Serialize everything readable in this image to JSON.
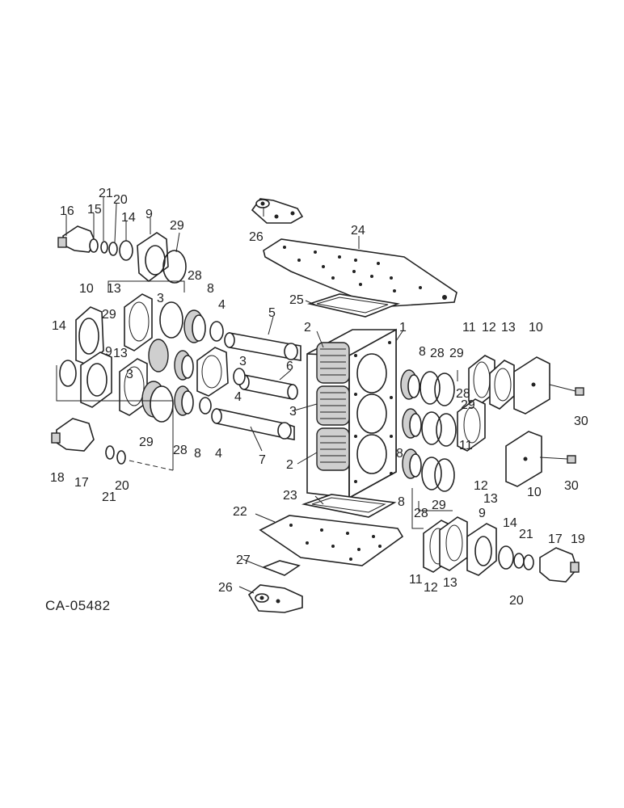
{
  "figure_id": "CA-05482",
  "callouts": [
    {
      "id": "c21a",
      "text": "21"
    },
    {
      "id": "c20a",
      "text": "20"
    },
    {
      "id": "c16",
      "text": "16"
    },
    {
      "id": "c15",
      "text": "15"
    },
    {
      "id": "c14a",
      "text": "14"
    },
    {
      "id": "c9a",
      "text": "9"
    },
    {
      "id": "c29a",
      "text": "29"
    },
    {
      "id": "c26a",
      "text": "26"
    },
    {
      "id": "c24",
      "text": "24"
    },
    {
      "id": "c13a",
      "text": "13"
    },
    {
      "id": "c3a",
      "text": "3"
    },
    {
      "id": "c28a",
      "text": "28"
    },
    {
      "id": "c10a",
      "text": "10"
    },
    {
      "id": "c8a",
      "text": "8"
    },
    {
      "id": "c4a",
      "text": "4"
    },
    {
      "id": "c25",
      "text": "25"
    },
    {
      "id": "c5",
      "text": "5"
    },
    {
      "id": "c29b",
      "text": "29"
    },
    {
      "id": "c14b",
      "text": "14"
    },
    {
      "id": "c2a",
      "text": "2"
    },
    {
      "id": "c1",
      "text": "1"
    },
    {
      "id": "c11a",
      "text": "11"
    },
    {
      "id": "c12a",
      "text": "12"
    },
    {
      "id": "c13b",
      "text": "13"
    },
    {
      "id": "c10b",
      "text": "10"
    },
    {
      "id": "c13c",
      "text": "13"
    },
    {
      "id": "c9b",
      "text": "9"
    },
    {
      "id": "c3b",
      "text": "3"
    },
    {
      "id": "c6",
      "text": "6"
    },
    {
      "id": "c8b",
      "text": "8"
    },
    {
      "id": "c28b",
      "text": "28"
    },
    {
      "id": "c29c",
      "text": "29"
    },
    {
      "id": "c3c",
      "text": "3"
    },
    {
      "id": "c4b",
      "text": "4"
    },
    {
      "id": "c28c",
      "text": "28"
    },
    {
      "id": "c30a",
      "text": "30"
    },
    {
      "id": "c3d",
      "text": "3"
    },
    {
      "id": "c29d",
      "text": "29"
    },
    {
      "id": "c29e",
      "text": "29"
    },
    {
      "id": "c28d",
      "text": "28"
    },
    {
      "id": "c8c",
      "text": "8"
    },
    {
      "id": "c4c",
      "text": "4"
    },
    {
      "id": "c7",
      "text": "7"
    },
    {
      "id": "c2b",
      "text": "2"
    },
    {
      "id": "c8d",
      "text": "8"
    },
    {
      "id": "c11b",
      "text": "11"
    },
    {
      "id": "c12b",
      "text": "12"
    },
    {
      "id": "c13d",
      "text": "13"
    },
    {
      "id": "c10c",
      "text": "10"
    },
    {
      "id": "c30b",
      "text": "30"
    },
    {
      "id": "c18",
      "text": "18"
    },
    {
      "id": "c17a",
      "text": "17"
    },
    {
      "id": "c21b",
      "text": "21"
    },
    {
      "id": "c20b",
      "text": "20"
    },
    {
      "id": "c8e",
      "text": "8"
    },
    {
      "id": "c29f",
      "text": "29"
    },
    {
      "id": "c28e",
      "text": "28"
    },
    {
      "id": "c23",
      "text": "23"
    },
    {
      "id": "c22",
      "text": "22"
    },
    {
      "id": "c9c",
      "text": "9"
    },
    {
      "id": "c14c",
      "text": "14"
    },
    {
      "id": "c21c",
      "text": "21"
    },
    {
      "id": "c17b",
      "text": "17"
    },
    {
      "id": "c19",
      "text": "19"
    },
    {
      "id": "c27",
      "text": "27"
    },
    {
      "id": "c11c",
      "text": "11"
    },
    {
      "id": "c12c",
      "text": "12"
    },
    {
      "id": "c13e",
      "text": "13"
    },
    {
      "id": "c26b",
      "text": "26"
    },
    {
      "id": "c20c",
      "text": "20"
    }
  ]
}
